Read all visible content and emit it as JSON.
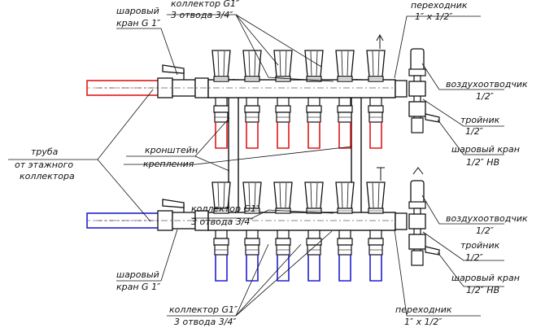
{
  "colors": {
    "hot": "#e01818",
    "cold": "#2020d0",
    "line": "#111111"
  },
  "labels": {
    "ball_valve_top": [
      "шаровый",
      "кран G 1″"
    ],
    "collector_top": [
      "коллектор G1″",
      "3 отвода 3/4″"
    ],
    "adapter_top": [
      "переходник",
      "1″ x 1/2″"
    ],
    "air_vent_top": [
      "воздухоотводчик",
      "1/2″"
    ],
    "tee_top": [
      "тройник",
      "1/2″"
    ],
    "ball_valve_nv_top": [
      "шаровый кран",
      "1/2″  НВ"
    ],
    "pipe": [
      "труба",
      "от этажного",
      "коллектора"
    ],
    "bracket": [
      "кронштейн",
      "крепления"
    ],
    "collector_bottom": [
      "коллектор G1″",
      "3 отвода 3/4″"
    ],
    "air_vent_bottom": [
      "воздухоотводчик",
      "1/2″"
    ],
    "tee_bottom": [
      "тройник",
      "1/2″"
    ],
    "ball_valve_nv_bottom": [
      "шаровый кран",
      "1/2″  НВ"
    ],
    "ball_valve_bottom": [
      "шаровый",
      "кран G 1″"
    ],
    "collector_bottom2": [
      "коллектор G1″",
      "3 отвода 3/4″"
    ],
    "adapter_bottom": [
      "переходник",
      "1″ x 1/2″"
    ]
  }
}
